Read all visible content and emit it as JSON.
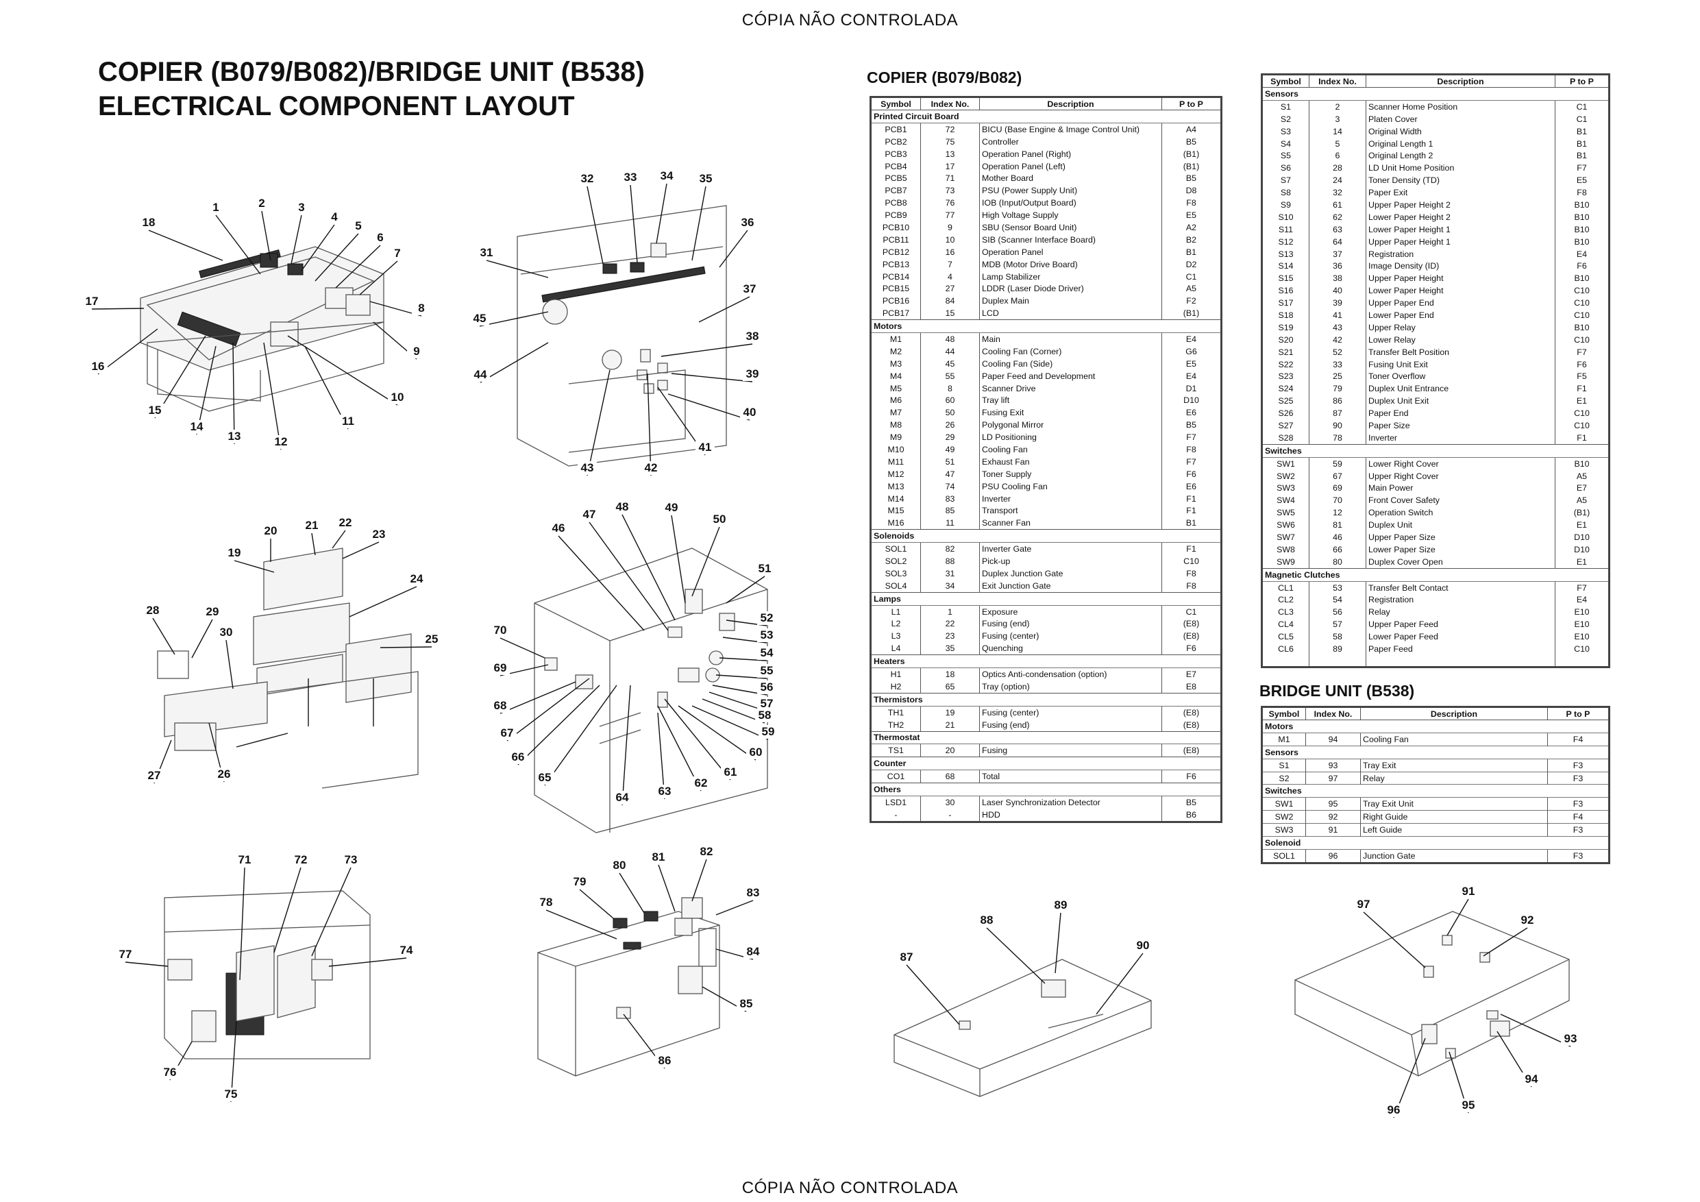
{
  "watermark": "CÓPIA NÃO CONTROLADA",
  "title_line1": "COPIER (B079/B082)/BRIDGE UNIT (B538)",
  "title_line2": "ELECTRICAL COMPONENT LAYOUT",
  "copier_section_title": "COPIER (B079/B082)",
  "bridge_section_title": "BRIDGE UNIT (B538)",
  "headers": {
    "symbol": "Symbol",
    "index": "Index No.",
    "description": "Description",
    "ptop": "P to P"
  },
  "copier_groups": [
    {
      "name": "Printed Circuit Board",
      "rows": [
        [
          "PCB1",
          "72",
          "BICU (Base Engine & Image Control Unit)",
          "A4"
        ],
        [
          "PCB2",
          "75",
          "Controller",
          "B5"
        ],
        [
          "PCB3",
          "13",
          "Operation Panel (Right)",
          "(B1)"
        ],
        [
          "PCB4",
          "17",
          "Operation Panel (Left)",
          "(B1)"
        ],
        [
          "PCB5",
          "71",
          "Mother Board",
          "B5"
        ],
        [
          "PCB7",
          "73",
          "PSU (Power Supply Unit)",
          "D8"
        ],
        [
          "PCB8",
          "76",
          "IOB (Input/Output Board)",
          "F8"
        ],
        [
          "PCB9",
          "77",
          "High Voltage Supply",
          "E5"
        ],
        [
          "PCB10",
          "9",
          "SBU (Sensor Board Unit)",
          "A2"
        ],
        [
          "PCB11",
          "10",
          "SIB (Scanner Interface Board)",
          "B2"
        ],
        [
          "PCB12",
          "16",
          "Operation Panel",
          "B1"
        ],
        [
          "PCB13",
          "7",
          "MDB (Motor Drive Board)",
          "D2"
        ],
        [
          "PCB14",
          "4",
          "Lamp Stabilizer",
          "C1"
        ],
        [
          "PCB15",
          "27",
          "LDDR (Laser Diode Driver)",
          "A5"
        ],
        [
          "PCB16",
          "84",
          "Duplex Main",
          "F2"
        ],
        [
          "PCB17",
          "15",
          "LCD",
          "(B1)"
        ]
      ]
    },
    {
      "name": "Motors",
      "rows": [
        [
          "M1",
          "48",
          "Main",
          "E4"
        ],
        [
          "M2",
          "44",
          "Cooling Fan (Corner)",
          "G6"
        ],
        [
          "M3",
          "45",
          "Cooling Fan (Side)",
          "E5"
        ],
        [
          "M4",
          "55",
          "Paper Feed and Development",
          "E4"
        ],
        [
          "M5",
          "8",
          "Scanner Drive",
          "D1"
        ],
        [
          "M6",
          "60",
          "Tray lift",
          "D10"
        ],
        [
          "M7",
          "50",
          "Fusing Exit",
          "E6"
        ],
        [
          "M8",
          "26",
          "Polygonal Mirror",
          "B5"
        ],
        [
          "M9",
          "29",
          "LD Positioning",
          "F7"
        ],
        [
          "M10",
          "49",
          "Cooling Fan",
          "F8"
        ],
        [
          "M11",
          "51",
          "Exhaust Fan",
          "F7"
        ],
        [
          "M12",
          "47",
          "Toner Supply",
          "F6"
        ],
        [
          "M13",
          "74",
          "PSU Cooling Fan",
          "E6"
        ],
        [
          "M14",
          "83",
          "Inverter",
          "F1"
        ],
        [
          "M15",
          "85",
          "Transport",
          "F1"
        ],
        [
          "M16",
          "11",
          "Scanner Fan",
          "B1"
        ]
      ]
    },
    {
      "name": "Solenoids",
      "rows": [
        [
          "SOL1",
          "82",
          "Inverter Gate",
          "F1"
        ],
        [
          "SOL2",
          "88",
          "Pick-up",
          "C10"
        ],
        [
          "SOL3",
          "31",
          "Duplex Junction Gate",
          "F8"
        ],
        [
          "SOL4",
          "34",
          "Exit Junction Gate",
          "F8"
        ]
      ]
    },
    {
      "name": "Lamps",
      "rows": [
        [
          "L1",
          "1",
          "Exposure",
          "C1"
        ],
        [
          "L2",
          "22",
          "Fusing (end)",
          "(E8)"
        ],
        [
          "L3",
          "23",
          "Fusing (center)",
          "(E8)"
        ],
        [
          "L4",
          "35",
          "Quenching",
          "F6"
        ]
      ]
    },
    {
      "name": "Heaters",
      "rows": [
        [
          "H1",
          "18",
          "Optics Anti-condensation (option)",
          "E7"
        ],
        [
          "H2",
          "65",
          "Tray (option)",
          "E8"
        ]
      ]
    },
    {
      "name": "Thermistors",
      "rows": [
        [
          "TH1",
          "19",
          "Fusing (center)",
          "(E8)"
        ],
        [
          "TH2",
          "21",
          "Fusing (end)",
          "(E8)"
        ]
      ]
    },
    {
      "name": "Thermostat",
      "rows": [
        [
          "TS1",
          "20",
          "Fusing",
          "(E8)"
        ]
      ]
    },
    {
      "name": "Counter",
      "rows": [
        [
          "CO1",
          "68",
          "Total",
          "F6"
        ]
      ]
    },
    {
      "name": "Others",
      "rows": [
        [
          "LSD1",
          "30",
          "Laser Synchronization Detector",
          "B5"
        ],
        [
          "-",
          "-",
          "HDD",
          "B6"
        ]
      ]
    }
  ],
  "copier_groups_2": [
    {
      "name": "Sensors",
      "rows": [
        [
          "S1",
          "2",
          "Scanner Home Position",
          "C1"
        ],
        [
          "S2",
          "3",
          "Platen Cover",
          "C1"
        ],
        [
          "S3",
          "14",
          "Original Width",
          "B1"
        ],
        [
          "S4",
          "5",
          "Original Length 1",
          "B1"
        ],
        [
          "S5",
          "6",
          "Original Length 2",
          "B1"
        ],
        [
          "S6",
          "28",
          "LD Unit Home Position",
          "F7"
        ],
        [
          "S7",
          "24",
          "Toner Density (TD)",
          "E5"
        ],
        [
          "S8",
          "32",
          "Paper Exit",
          "F8"
        ],
        [
          "S9",
          "61",
          "Upper Paper Height 2",
          "B10"
        ],
        [
          "S10",
          "62",
          "Lower Paper Height 2",
          "B10"
        ],
        [
          "S11",
          "63",
          "Lower Paper Height 1",
          "B10"
        ],
        [
          "S12",
          "64",
          "Upper Paper Height 1",
          "B10"
        ],
        [
          "S13",
          "37",
          "Registration",
          "E4"
        ],
        [
          "S14",
          "36",
          "Image Density (ID)",
          "F6"
        ],
        [
          "S15",
          "38",
          "Upper Paper Height",
          "B10"
        ],
        [
          "S16",
          "40",
          "Lower Paper Height",
          "C10"
        ],
        [
          "S17",
          "39",
          "Upper Paper End",
          "C10"
        ],
        [
          "S18",
          "41",
          "Lower Paper End",
          "C10"
        ],
        [
          "S19",
          "43",
          "Upper Relay",
          "B10"
        ],
        [
          "S20",
          "42",
          "Lower Relay",
          "C10"
        ],
        [
          "S21",
          "52",
          "Transfer Belt Position",
          "F7"
        ],
        [
          "S22",
          "33",
          "Fusing Unit Exit",
          "F6"
        ],
        [
          "S23",
          "25",
          "Toner Overflow",
          "F5"
        ],
        [
          "S24",
          "79",
          "Duplex Unit Entrance",
          "F1"
        ],
        [
          "S25",
          "86",
          "Duplex Unit Exit",
          "E1"
        ],
        [
          "S26",
          "87",
          "Paper End",
          "C10"
        ],
        [
          "S27",
          "90",
          "Paper Size",
          "C10"
        ],
        [
          "S28",
          "78",
          "Inverter",
          "F1"
        ]
      ]
    },
    {
      "name": "Switches",
      "rows": [
        [
          "SW1",
          "59",
          "Lower Right Cover",
          "B10"
        ],
        [
          "SW2",
          "67",
          "Upper Right Cover",
          "A5"
        ],
        [
          "SW3",
          "69",
          "Main Power",
          "E7"
        ],
        [
          "SW4",
          "70",
          "Front Cover Safety",
          "A5"
        ],
        [
          "SW5",
          "12",
          "Operation Switch",
          "(B1)"
        ],
        [
          "SW6",
          "81",
          "Duplex Unit",
          "E1"
        ],
        [
          "SW7",
          "46",
          "Upper Paper Size",
          "D10"
        ],
        [
          "SW8",
          "66",
          "Lower Paper Size",
          "D10"
        ],
        [
          "SW9",
          "80",
          "Duplex Cover Open",
          "E1"
        ]
      ]
    },
    {
      "name": "Magnetic Clutches",
      "rows": [
        [
          "CL1",
          "53",
          "Transfer Belt Contact",
          "F7"
        ],
        [
          "CL2",
          "54",
          "Registration",
          "E4"
        ],
        [
          "CL3",
          "56",
          "Relay",
          "E10"
        ],
        [
          "CL4",
          "57",
          "Upper Paper Feed",
          "E10"
        ],
        [
          "CL5",
          "58",
          "Lower Paper Feed",
          "E10"
        ],
        [
          "CL6",
          "89",
          "Paper Feed",
          "C10"
        ]
      ]
    }
  ],
  "bridge_groups": [
    {
      "name": "Motors",
      "rows": [
        [
          "M1",
          "94",
          "Cooling Fan",
          "F4"
        ]
      ]
    },
    {
      "name": "Sensors",
      "rows": [
        [
          "S1",
          "93",
          "Tray Exit",
          "F3"
        ],
        [
          "S2",
          "97",
          "Relay",
          "F3"
        ]
      ]
    },
    {
      "name": "Switches",
      "rows": [
        [
          "SW1",
          "95",
          "Tray Exit Unit",
          "F3"
        ],
        [
          "SW2",
          "92",
          "Right Guide",
          "F4"
        ],
        [
          "SW3",
          "91",
          "Left Guide",
          "F3"
        ]
      ]
    },
    {
      "name": "Solenoid",
      "rows": [
        [
          "SOL1",
          "96",
          "Junction Gate",
          "F3"
        ]
      ]
    }
  ],
  "callout_numbers": [
    "1",
    "2",
    "3",
    "4",
    "5",
    "6",
    "7",
    "8",
    "9",
    "10",
    "11",
    "12",
    "13",
    "14",
    "15",
    "16",
    "17",
    "18",
    "19",
    "20",
    "21",
    "22",
    "23",
    "24",
    "25",
    "26",
    "27",
    "28",
    "29",
    "30",
    "31",
    "32",
    "33",
    "34",
    "35",
    "36",
    "37",
    "38",
    "39",
    "40",
    "41",
    "42",
    "43",
    "44",
    "45",
    "46",
    "47",
    "48",
    "49",
    "50",
    "51",
    "52",
    "53",
    "54",
    "55",
    "56",
    "57",
    "58",
    "59",
    "60",
    "61",
    "62",
    "63",
    "64",
    "65",
    "66",
    "67",
    "68",
    "69",
    "70",
    "71",
    "72",
    "73",
    "74",
    "75",
    "76",
    "77",
    "78",
    "79",
    "80",
    "81",
    "82",
    "83",
    "84",
    "85",
    "86",
    "87",
    "88",
    "89",
    "90",
    "91",
    "92",
    "93",
    "94",
    "95",
    "96",
    "97"
  ]
}
